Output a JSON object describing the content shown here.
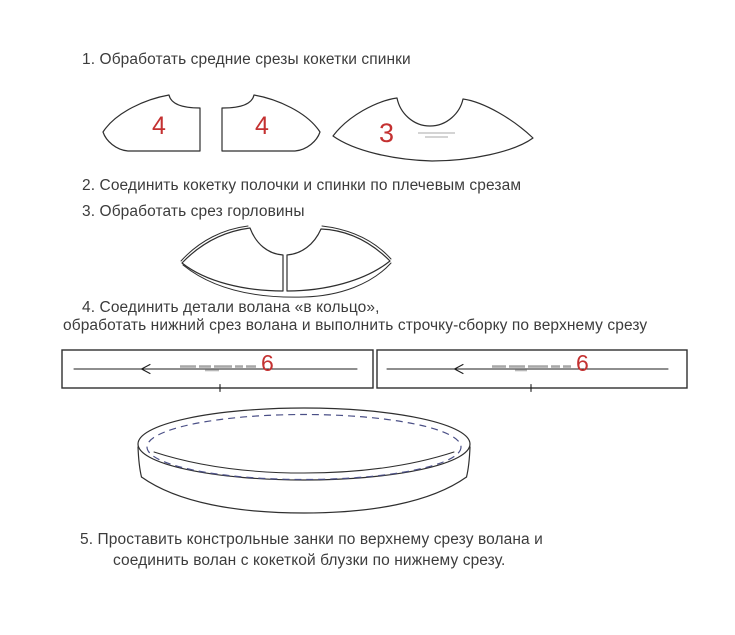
{
  "steps": {
    "step1": "1. Обработать средние срезы кокетки спинки",
    "step2": "2. Соединить кокетку полочки и спинки по плечевым срезам",
    "step3": "3. Обработать срез горловины",
    "step4_line1": "4. Соединить детали волана «в кольцо»,",
    "step4_line2": "обработать нижний срез волана и выполнить строчку-сборку по верхнему срезу",
    "step5_line1": "5. Проставить констрольные занки по верхнему срезу волана и",
    "step5_line2": "соединить волан с кокеткой блузки по нижнему срезу."
  },
  "piece_labels": {
    "back_yoke_left": "4",
    "back_yoke_right": "4",
    "front_yoke": "3",
    "flounce_left": "6",
    "flounce_right": "6"
  },
  "colors": {
    "page_bg": "#ffffff",
    "text": "#3c3c3c",
    "line": "#2f2f2f",
    "label_red": "#c43131",
    "stitch_dash": "#4a4f86"
  }
}
